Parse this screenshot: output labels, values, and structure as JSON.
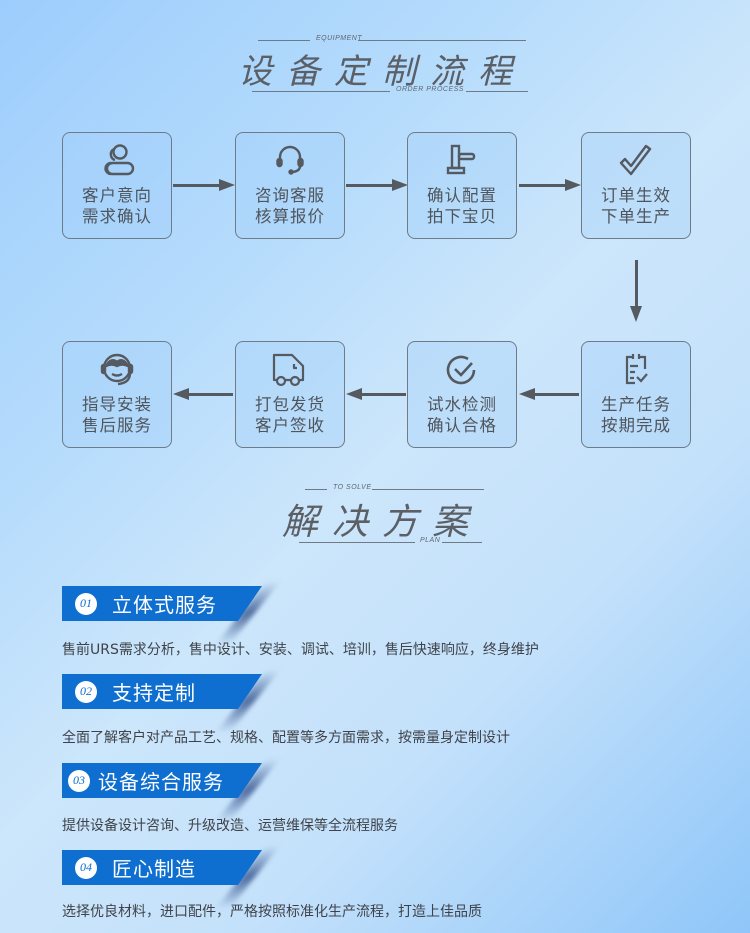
{
  "process_heading": {
    "sub_top": "EQUIPMENT",
    "title": "设备定制流程",
    "sub_bottom": "ORDER PROCESS"
  },
  "steps": [
    {
      "icon": "customers-icon",
      "line1": "客户意向",
      "line2": "需求确认"
    },
    {
      "icon": "headset-icon",
      "line1": "咨询客服",
      "line2": "核算报价"
    },
    {
      "icon": "auction-hammer-icon",
      "line1": "确认配置",
      "line2": "拍下宝贝"
    },
    {
      "icon": "checkmark-icon",
      "line1": "订单生效",
      "line2": "下单生产"
    },
    {
      "icon": "clipboard-check-icon",
      "line1": "生产任务",
      "line2": "按期完成"
    },
    {
      "icon": "circle-check-icon",
      "line1": "试水检测",
      "line2": "确认合格"
    },
    {
      "icon": "delivery-truck-icon",
      "line1": "打包发货",
      "line2": "客户签收"
    },
    {
      "icon": "customer-service-icon",
      "line1": "指导安装",
      "line2": "售后服务"
    }
  ],
  "solution_heading": {
    "sub_top": "TO SOLVE",
    "title": "解决方案",
    "sub_bottom": "PLAN"
  },
  "solutions": [
    {
      "num": "01",
      "title": "立体式服务",
      "desc": "售前URS需求分析，售中设计、安装、调试、培训，售后快速响应，终身维护"
    },
    {
      "num": "02",
      "title": "支持定制",
      "desc": "全面了解客户对产品工艺、规格、配置等多方面需求，按需量身定制设计"
    },
    {
      "num": "03",
      "title": "设备综合服务",
      "desc": "提供设备设计咨询、升级改造、运营维保等全流程服务"
    },
    {
      "num": "04",
      "title": "匠心制造",
      "desc": "选择优良材料，进口配件，严格按照标准化生产流程，打造上佳品质"
    }
  ],
  "colors": {
    "accent_blue": "#0e6fd0",
    "text_gray": "#4f555c",
    "line_gray": "#6f7a86"
  }
}
